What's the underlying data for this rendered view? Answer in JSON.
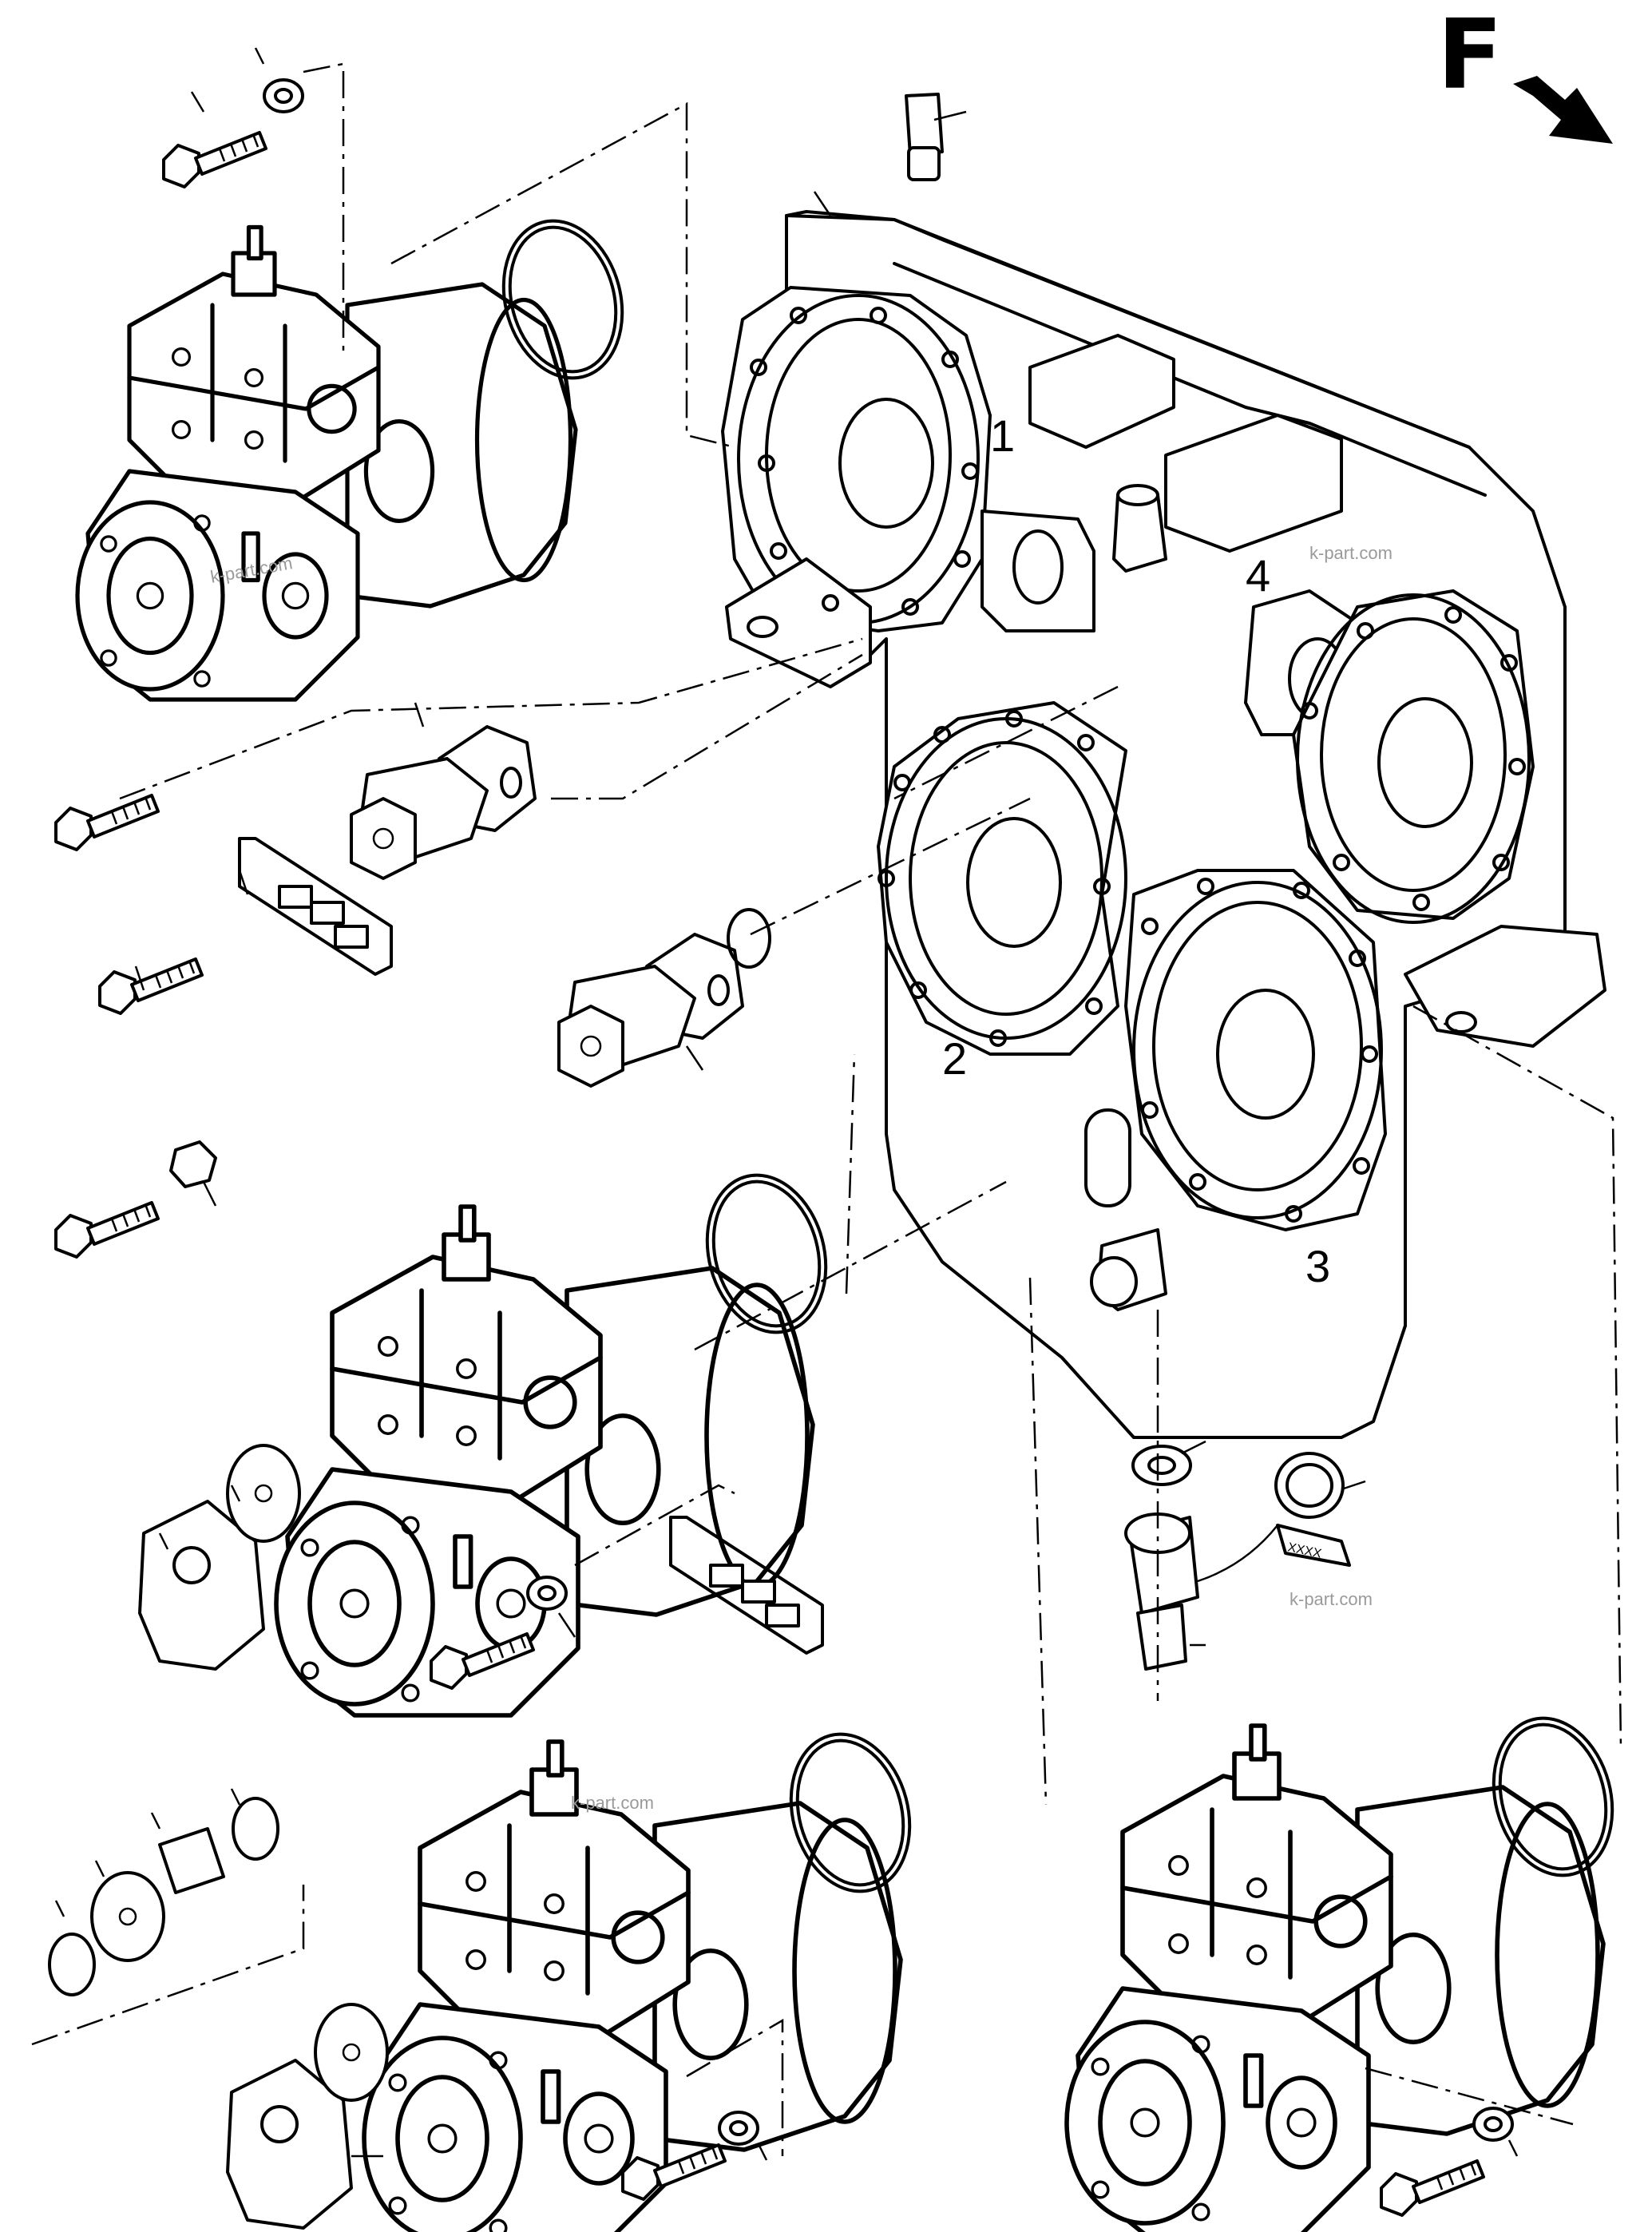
{
  "direction": {
    "letter": "F",
    "arrow_icon": "arrow-down-right-icon"
  },
  "position_labels": [
    "1",
    "2",
    "3",
    "4"
  ],
  "watermarks": [
    "k-part.com",
    "k-part.com",
    "k-part.com",
    "k-part.com"
  ],
  "tag_text": "XXXX",
  "colors": {
    "line": "#000000",
    "background": "#ffffff",
    "watermark": "#9a9a9a"
  }
}
